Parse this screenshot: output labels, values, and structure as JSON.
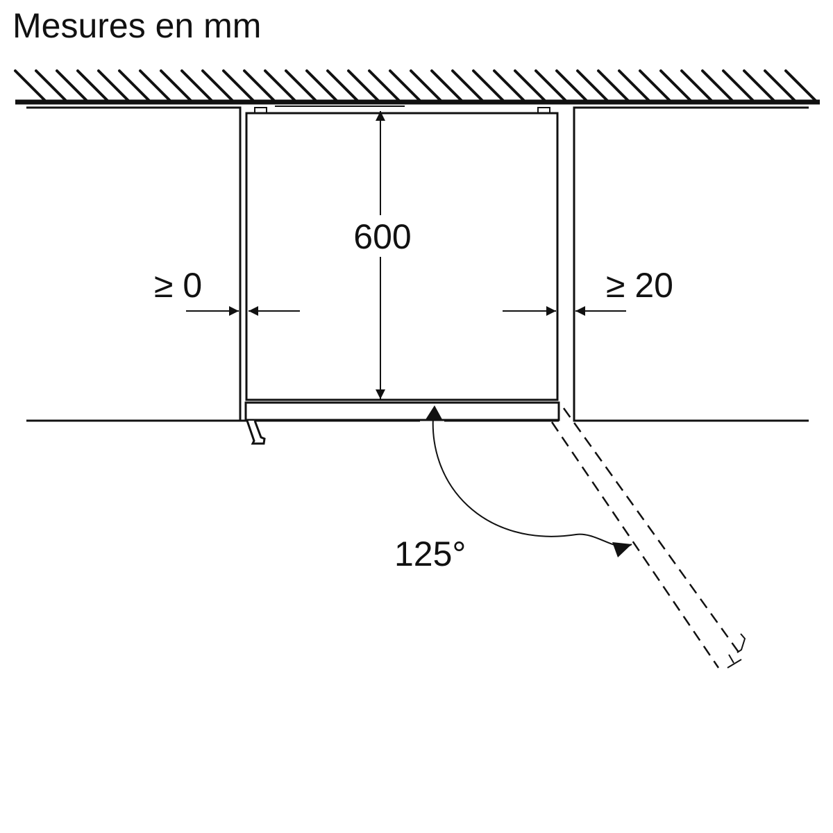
{
  "title": "Mesures en mm",
  "dimensions": {
    "depth": "600",
    "left_gap": "≥ 0",
    "right_gap": "≥ 20",
    "door_angle": "125°"
  },
  "colors": {
    "line": "#111111",
    "background": "#ffffff"
  }
}
